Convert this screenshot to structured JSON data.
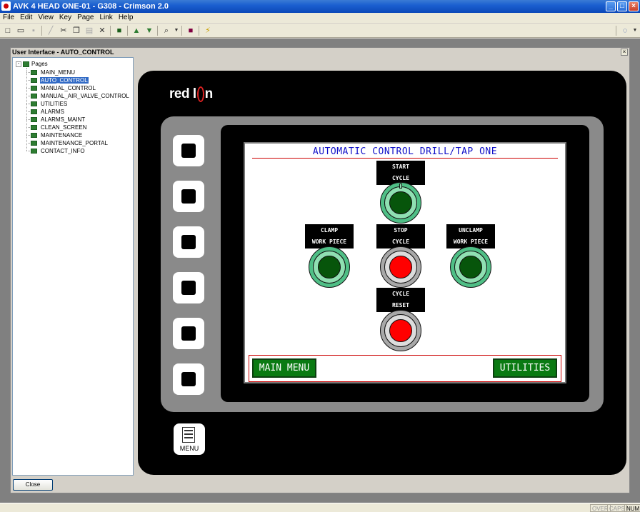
{
  "window": {
    "title": "AVK 4 HEAD ONE-01 - G308 - Crimson 2.0"
  },
  "menu": [
    "File",
    "Edit",
    "View",
    "Key",
    "Page",
    "Link",
    "Help"
  ],
  "child_window": {
    "title": "User Interface - AUTO_CONTROL",
    "close_label": "×"
  },
  "tree": {
    "root_label": "Pages",
    "items": [
      "MAIN_MENU",
      "AUTO_CONTROL",
      "MANUAL_CONTROL",
      "MANUAL_AIR_VALVE_CONTROL",
      "UTILITIES",
      "ALARMS",
      "ALARMS_MAINT",
      "CLEAN_SCREEN",
      "MAINTENANCE",
      "MAINTENANCE_PORTAL",
      "CONTACT_INFO"
    ],
    "selected": "AUTO_CONTROL"
  },
  "close_button": "Close",
  "device": {
    "logo_left": "red l",
    "logo_right": "n",
    "menu_key": "MENU"
  },
  "screen": {
    "title": "AUTOMATIC CONTROL DRILL/TAP ONE",
    "start": {
      "l1": "START",
      "l2": "CYCLE"
    },
    "clamp": {
      "l1": "CLAMP",
      "l2": "WORK PIECE"
    },
    "stop": {
      "l1": "STOP",
      "l2": "CYCLE"
    },
    "unclamp": {
      "l1": "UNCLAMP",
      "l2": "WORK PIECE"
    },
    "reset": {
      "l1": "CYCLE",
      "l2": "RESET"
    },
    "main_menu_button": "MAIN MENU",
    "utilities_button": "UTILITIES"
  },
  "status": {
    "over": "OVER",
    "caps": "CAPS",
    "num": "NUM"
  },
  "colors": {
    "title_blue": "#1010c8",
    "button_green": "#0a7a12",
    "stop_red": "#ff0000",
    "lens_green": "#07550b"
  }
}
